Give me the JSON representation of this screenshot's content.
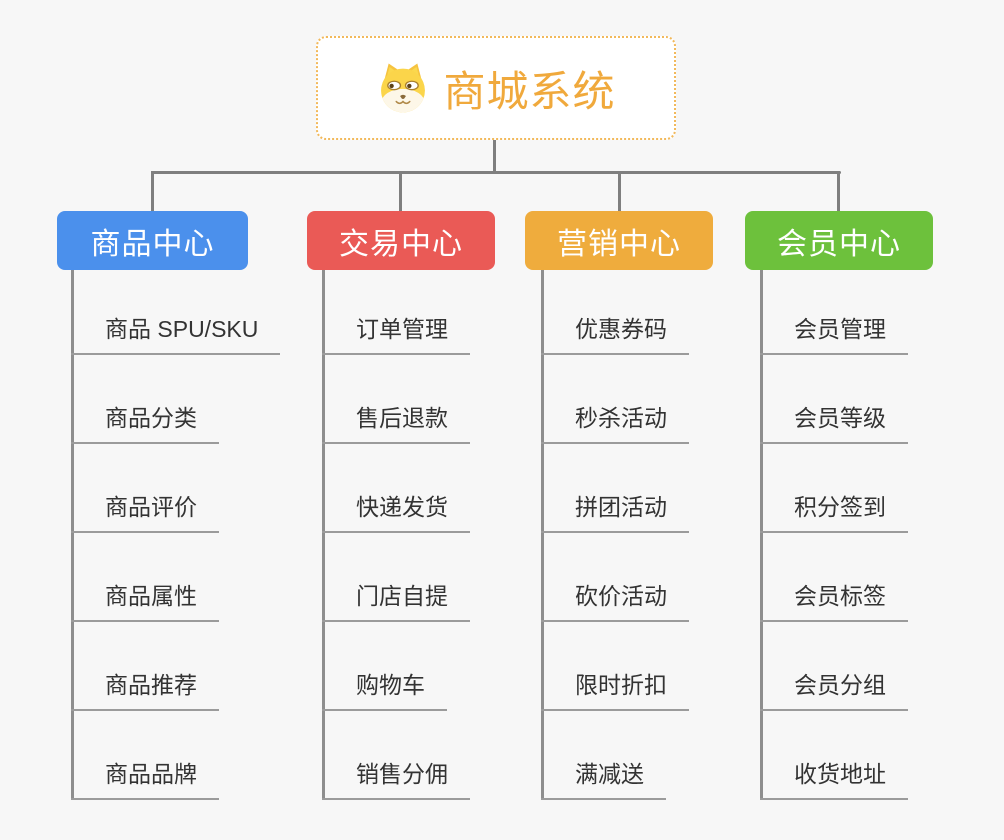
{
  "page": {
    "background": "#f7f7f7",
    "connector_color": "#7f7f7f"
  },
  "root": {
    "title": "商城系统",
    "icon": "dog-face-icon",
    "text_color": "#f0a93c",
    "border_color": "#f2b95b"
  },
  "branches": [
    {
      "label": "商品中心",
      "color": "#4b90ec",
      "children": [
        "商品 SPU/SKU",
        "商品分类",
        "商品评价",
        "商品属性",
        "商品推荐",
        "商品品牌"
      ]
    },
    {
      "label": "交易中心",
      "color": "#ea5a56",
      "children": [
        "订单管理",
        "售后退款",
        "快递发货",
        "门店自提",
        "购物车",
        "销售分佣"
      ]
    },
    {
      "label": "营销中心",
      "color": "#efac3d",
      "children": [
        "优惠券码",
        "秒杀活动",
        "拼团活动",
        "砍价活动",
        "限时折扣",
        "满减送"
      ]
    },
    {
      "label": "会员中心",
      "color": "#6dc13c",
      "children": [
        "会员管理",
        "会员等级",
        "积分签到",
        "会员标签",
        "会员分组",
        "收货地址"
      ]
    }
  ]
}
